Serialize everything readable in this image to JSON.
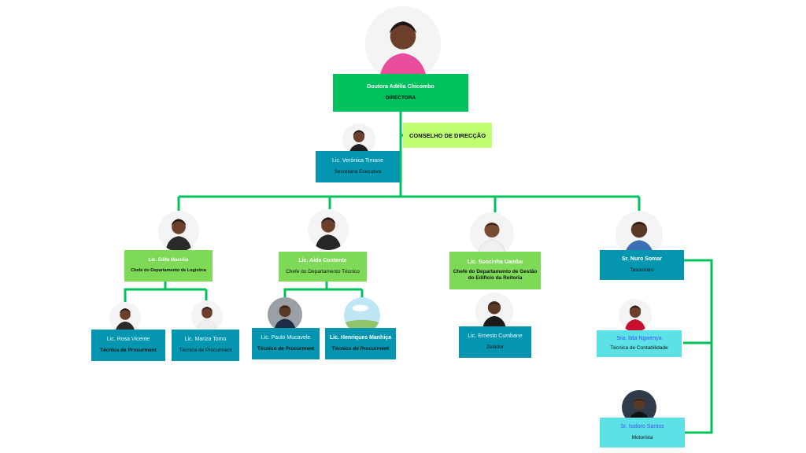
{
  "colors": {
    "connector": "#00c25c",
    "director_box": "#00c25c",
    "department_box": "#7ed957",
    "council_box": "#c1ff72",
    "staff_box": "#0496b1",
    "staff_box_light": "#5ce1e6"
  },
  "director": {
    "name": "Doutora Adélia Chicombo",
    "role": "DIRECTORA",
    "icon": "person-photo-icon"
  },
  "council": {
    "label": "CONSELHO DE DIRECÇÃO"
  },
  "secretary": {
    "name": "Lic. Verónica Timane",
    "role": "Secretária Executiva"
  },
  "departments": [
    {
      "name": "Lic. Edite Macolia",
      "role": "Chefe do Departamento de Logística"
    },
    {
      "name": "Lic. Aida Contente",
      "role": "Chefe do Departamento Técnico"
    },
    {
      "name": "Lic. Soozinha Uamba",
      "role": "Chefe do Departamento de Gestão do Edifício da Reitoria"
    },
    {
      "name": "Sr. Nuro Somar",
      "role": "Tesoureiro"
    }
  ],
  "staff": [
    {
      "name": "Lic. Rosa Vicente",
      "role": "Técnica de Procurment"
    },
    {
      "name": "Lic. Mariza Tomo",
      "role": "Técnica de Procurment"
    },
    {
      "name": "Lic. Paulo Mucavele",
      "role": "Técnico de Procurment"
    },
    {
      "name": "Lic. Henriques Manhiça",
      "role": "Técnico de Procurment"
    },
    {
      "name": "Lic. Ernesto Cumbane",
      "role": "Zelador"
    },
    {
      "name": "Sra. Ilda Ngwenya",
      "role": "Técnica de Contabilidade"
    },
    {
      "name": "Sr. Isidoro Santos",
      "role": "Motorista"
    }
  ]
}
